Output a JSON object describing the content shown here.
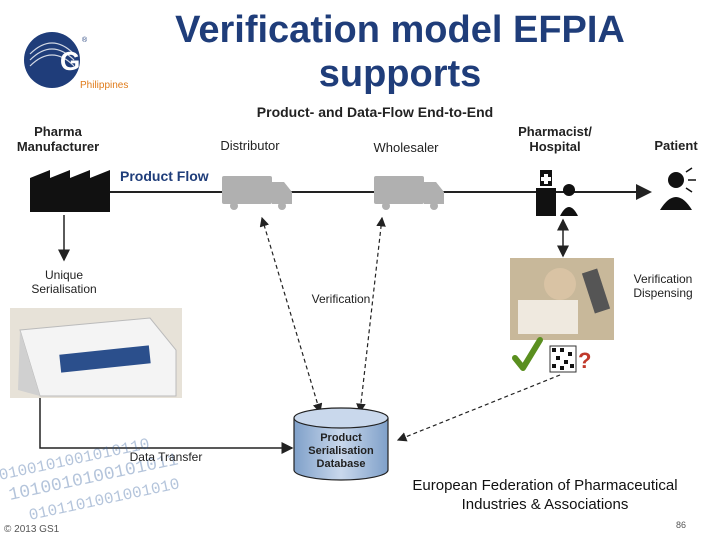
{
  "title": "Verification model EFPIA supports",
  "subtitle": "Product- and Data-Flow End-to-End",
  "logo": {
    "text": "GS1",
    "sub": "Philippines",
    "mark": "®"
  },
  "stages": {
    "manufacturer": "Pharma Manufacturer",
    "distributor": "Distributor",
    "wholesaler": "Wholesaler",
    "pharmacist": "Pharmacist/ Hospital",
    "patient": "Patient"
  },
  "product_flow": "Product Flow",
  "unique_serialisation": "Unique Serialisation",
  "verification": "Verification",
  "verification_dispensing": "Verification Dispensing",
  "data_transfer": "Data Transfer",
  "database": "Product Serialisation Database",
  "question_mark": "?",
  "efpia": "European Federation of Pharmaceutical Industries & Associations",
  "copyright": "© 2013 GS1",
  "page_number": "86",
  "colors": {
    "title": "#1f3d7a",
    "logo": "#1f3d7a",
    "question": "#c0392b",
    "check": "#5a8f1f"
  }
}
